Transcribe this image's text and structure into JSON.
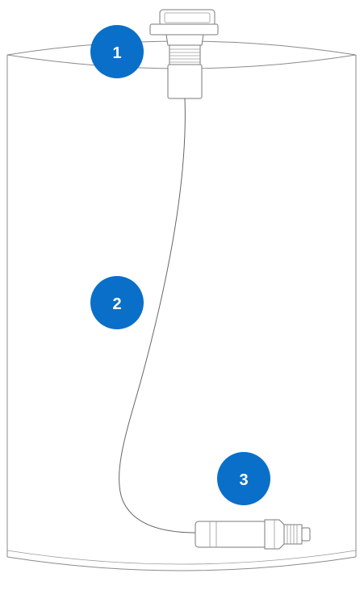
{
  "colors": {
    "badge": "#0a6fc8",
    "badge_text": "#ffffff",
    "line": "#8a8a8a",
    "background": "#ffffff"
  },
  "callouts": [
    {
      "label": "1"
    },
    {
      "label": "2"
    },
    {
      "label": "3"
    }
  ]
}
